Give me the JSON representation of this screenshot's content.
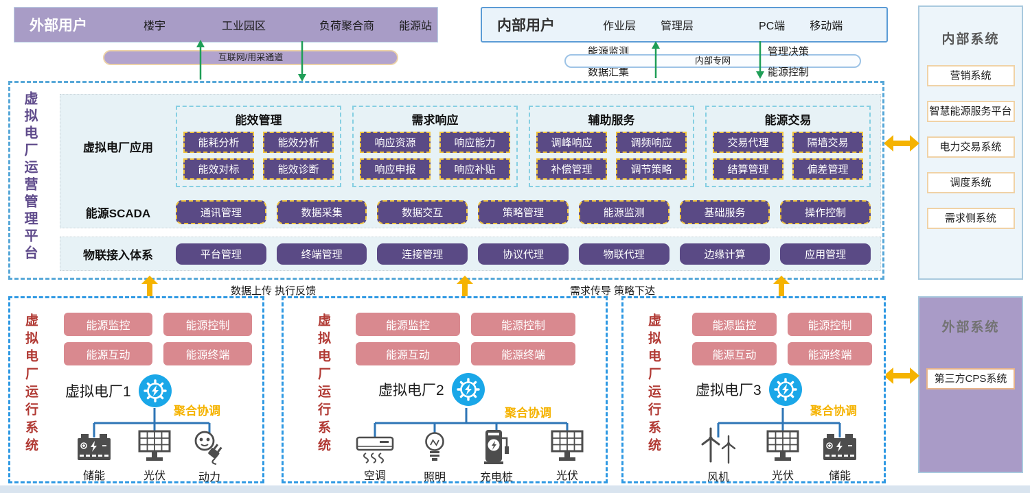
{
  "external_users": {
    "title": "外部用户",
    "items": [
      "楼宇",
      "工业园区",
      "负荷聚合商",
      "能源站"
    ],
    "channel": "互联网/用采通道"
  },
  "internal_users": {
    "title": "内部用户",
    "items": [
      "作业层",
      "管理层",
      "PC端",
      "移动端"
    ],
    "network": "内部专网",
    "left_top": "能源监测",
    "left_bottom": "数据汇集",
    "right_top": "管理决策",
    "right_bottom": "能源控制"
  },
  "internal_systems": {
    "title": "内部系统",
    "items": [
      "营销系统",
      "智慧能源服务平台",
      "电力交易系统",
      "调度系统",
      "需求侧系统"
    ]
  },
  "external_systems": {
    "title": "外部系统",
    "items": [
      "第三方CPS系统"
    ]
  },
  "platform": {
    "title": "虚拟电厂运营管理平台",
    "app_row": {
      "label": "虚拟电厂应用",
      "groups": [
        {
          "title": "能效管理",
          "items": [
            "能耗分析",
            "能效分析",
            "能效对标",
            "能效诊断"
          ]
        },
        {
          "title": "需求响应",
          "items": [
            "响应资源",
            "响应能力",
            "响应申报",
            "响应补贴"
          ]
        },
        {
          "title": "辅助服务",
          "items": [
            "调峰响应",
            "调频响应",
            "补偿管理",
            "调节策略"
          ]
        },
        {
          "title": "能源交易",
          "items": [
            "交易代理",
            "隔墙交易",
            "结算管理",
            "偏差管理"
          ]
        }
      ]
    },
    "scada_row": {
      "label": "能源SCADA",
      "items": [
        "通讯管理",
        "数据采集",
        "数据交互",
        "策略管理",
        "能源监测",
        "基础服务",
        "操作控制"
      ]
    },
    "iot_row": {
      "label": "物联接入体系",
      "items": [
        "平台管理",
        "终端管理",
        "连接管理",
        "协议代理",
        "物联代理",
        "边缘计算",
        "应用管理"
      ]
    }
  },
  "links": {
    "left": "数据上传 执行反馈",
    "right": "需求传导 策略下达"
  },
  "plants": [
    {
      "side_title": "虚拟电厂运行系统",
      "boxes": [
        "能源监控",
        "能源控制",
        "能源互动",
        "能源终端"
      ],
      "name": "虚拟电厂1",
      "coordination": "聚合协调",
      "devices": [
        {
          "icon": "battery-icon",
          "label": "储能"
        },
        {
          "icon": "solar-icon",
          "label": "光伏"
        },
        {
          "icon": "plug-icon",
          "label": "动力"
        }
      ]
    },
    {
      "side_title": "虚拟电厂运行系统",
      "boxes": [
        "能源监控",
        "能源控制",
        "能源互动",
        "能源终端"
      ],
      "name": "虚拟电厂2",
      "coordination": "聚合协调",
      "devices": [
        {
          "icon": "ac-icon",
          "label": "空调"
        },
        {
          "icon": "bulb-icon",
          "label": "照明"
        },
        {
          "icon": "charger-icon",
          "label": "充电桩"
        },
        {
          "icon": "solar-icon",
          "label": "光伏"
        }
      ]
    },
    {
      "side_title": "虚拟电厂运行系统",
      "boxes": [
        "能源监控",
        "能源控制",
        "能源互动",
        "能源终端"
      ],
      "name": "虚拟电厂3",
      "coordination": "聚合协调",
      "devices": [
        {
          "icon": "wind-icon",
          "label": "风机"
        },
        {
          "icon": "solar-icon",
          "label": "光伏"
        },
        {
          "icon": "battery-icon",
          "label": "储能"
        }
      ]
    }
  ],
  "colors": {
    "banner_purple": "#a89cc6",
    "button_purple": "#5a4a85",
    "button_border_yellow": "#f0c33e",
    "panel_blue": "#e7f2f6",
    "dashed_blue": "#2f99e3",
    "pink": "#d9898f",
    "red_title": "#b13a34",
    "arrow_yellow": "#f5b301",
    "arrow_green": "#1f9e57",
    "hub_blue": "#1aa7e8",
    "line_blue": "#2e75b6"
  }
}
